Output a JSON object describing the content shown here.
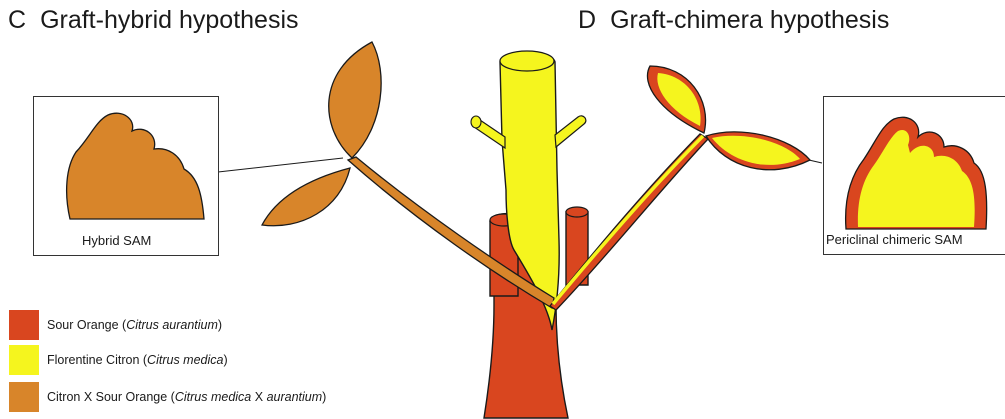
{
  "panels": {
    "left": {
      "letter": "C",
      "title": "Graft-hybrid hypothesis",
      "sam_label": "Hybrid SAM"
    },
    "right": {
      "letter": "D",
      "title": "Graft-chimera hypothesis",
      "sam_label": "Periclinal chimeric SAM"
    }
  },
  "legend": [
    {
      "name": "Sour Orange",
      "species": "Citrus aurantium",
      "color": "#d9461f"
    },
    {
      "name": "Florentine Citron",
      "species": "Citrus medica",
      "color": "#f5f51e"
    },
    {
      "name": "Citron X Sour Orange",
      "species_part1": "Citrus medica",
      "connector": "X",
      "species_part2": "aurantium",
      "color": "#d8852a"
    }
  ],
  "colors": {
    "sour_orange": "#d9461f",
    "citron": "#f5f51e",
    "hybrid": "#d8852a",
    "outline": "#1a1a1a"
  }
}
